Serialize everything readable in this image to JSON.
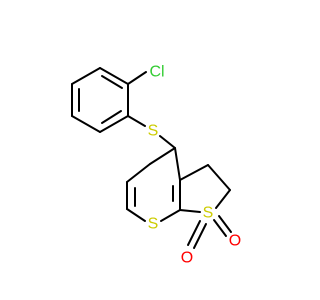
{
  "molecule": {
    "atoms": {
      "chlorine": "Cl",
      "sulfur_thioether": "S",
      "sulfur_ring": "S",
      "sulfur_sulfone": "S",
      "oxygen_1": "O",
      "oxygen_2": "O"
    }
  },
  "colors": {
    "chlorine": "#33cc33",
    "sulfur": "#cccc00",
    "oxygen": "#ff0000",
    "bond": "#000000",
    "background": "#ffffff"
  }
}
